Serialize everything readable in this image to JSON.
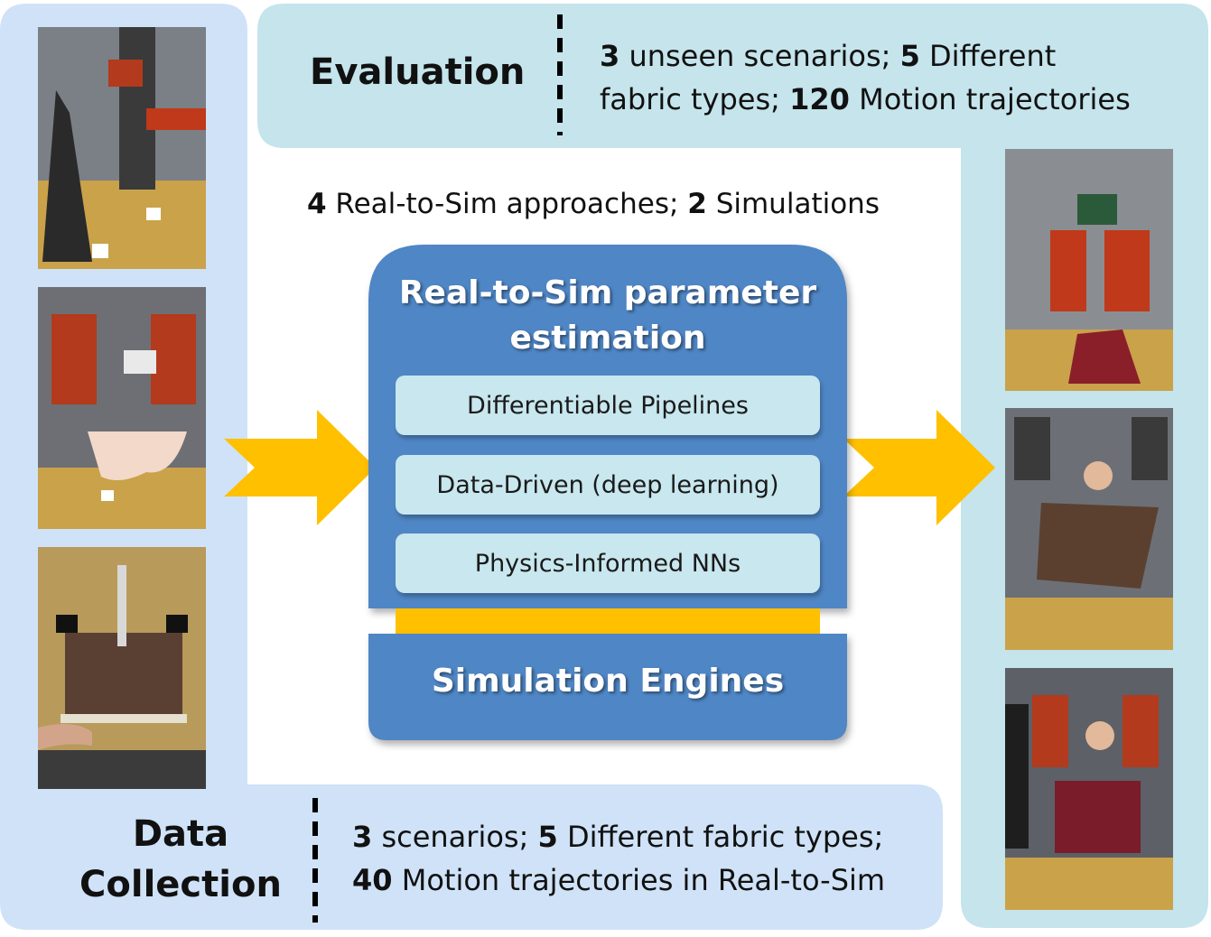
{
  "evaluation": {
    "title": "Evaluation",
    "line1": [
      {
        "text": "3",
        "bold": true
      },
      {
        "text": " unseen scenarios; ",
        "bold": false
      },
      {
        "text": "5",
        "bold": true
      },
      {
        "text": " Different",
        "bold": false
      }
    ],
    "line2": [
      {
        "text": "fabric types; ",
        "bold": false
      },
      {
        "text": "120",
        "bold": true
      },
      {
        "text": " Motion trajectories",
        "bold": false
      }
    ]
  },
  "approaches": [
    {
      "text": "4",
      "bold": true
    },
    {
      "text": " Real-to-Sim approaches; ",
      "bold": false
    },
    {
      "text": "2",
      "bold": true
    },
    {
      "text": " Simulations",
      "bold": false
    }
  ],
  "estimation": {
    "title_line1": "Real-to-Sim parameter",
    "title_line2": "estimation",
    "methods": [
      "Differentiable Pipelines",
      "Data-Driven (deep learning)",
      "Physics-Informed NNs"
    ]
  },
  "engines": {
    "title": "Simulation Engines"
  },
  "data_collection": {
    "title_line1": "Data",
    "title_line2": "Collection",
    "line1": [
      {
        "text": "3",
        "bold": true
      },
      {
        "text": " scenarios; ",
        "bold": false
      },
      {
        "text": "5",
        "bold": true
      },
      {
        "text": " Different fabric types;",
        "bold": false
      }
    ],
    "line2": [
      {
        "text": "40",
        "bold": true
      },
      {
        "text": " Motion trajectories in Real-to-Sim",
        "bold": false
      }
    ]
  },
  "colors": {
    "left_panel": "#cfe2f7",
    "right_panel": "#c5e4ec",
    "blue_box": "#4f86c5",
    "arrow": "#ffc000",
    "pill": "#c8e7ee"
  }
}
